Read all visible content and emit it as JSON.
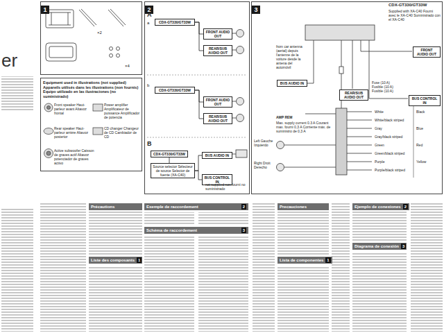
{
  "diagram": {
    "nodes": [
      {
        "text": [
          "1"
        ]
      },
      {
        "text": [
          "Equipment used in illustrations (not supplied) Appareils utilisés dans les illustrations (non fournis) Equipo utilizado en las ilustraciones (no suministrado)"
        ]
      },
      {
        "text": [
          "2"
        ]
      },
      {
        "text": [
          "CDX-GT330/GT33W"
        ],
        "in": 2
      },
      {
        "text": [
          "FRONT AUDIO OUT"
        ],
        "in": 2
      },
      {
        "text": [
          "REAR/SUB AUDIO OUT"
        ],
        "in": 2
      },
      {
        "text": [
          "CDX-GT330/GT33W"
        ],
        "in": 2
      },
      {
        "text": [
          "FRONT AUDIO OUT"
        ],
        "in": 2
      },
      {
        "text": [
          "REAR/SUB AUDIO OUT"
        ],
        "in": 2
      },
      {
        "text": [
          "CDX-GT330/GT33W"
        ],
        "in": 2
      },
      {
        "text": [
          "Source selector Sélecteur de source Selector de fuente (XA-C40)"
        ],
        "in": 2
      },
      {
        "text": [
          "BUS AUDIO IN"
        ],
        "in": 2
      },
      {
        "text": [
          "BUS CONTROL IN"
        ],
        "in": 2
      },
      {
        "text": [
          "3"
        ]
      },
      {
        "text": [
          "FRONT AUDIO OUT"
        ],
        "in": 13
      },
      {
        "text": [
          "REAR/SUB AUDIO OUT"
        ],
        "in": 13
      },
      {
        "text": [
          "BUS AUDIO IN"
        ],
        "in": 13
      },
      {
        "text": [
          "BUS CONTROL IN"
        ],
        "in": 13
      },
      {
        "text": [
          "Précautions"
        ]
      },
      {
        "text": [
          "Exemple de raccordement",
          "2"
        ]
      },
      {
        "text": [
          "Schéma de raccordement",
          "3"
        ]
      },
      {
        "text": [
          "Liste des composants",
          "1"
        ]
      },
      {
        "text": [
          "Precauciones"
        ]
      },
      {
        "text": [
          "Ejemplo de conexiones",
          "2"
        ]
      },
      {
        "text": [
          "Diagrama de conexión",
          "3"
        ]
      },
      {
        "text": [
          "Lista de componentes",
          "1"
        ]
      }
    ],
    "edges": [
      {
        "from": 3,
        "to": 4,
        "arrow": "none"
      },
      {
        "from": 3,
        "to": 5,
        "arrow": "none"
      },
      {
        "from": 6,
        "to": 7,
        "arrow": "none"
      },
      {
        "from": 6,
        "to": 8,
        "arrow": "none"
      },
      {
        "from": 9,
        "to": 10,
        "arrow": "none"
      },
      {
        "from": 10,
        "to": 11,
        "arrow": "none"
      },
      {
        "from": 10,
        "to": 12,
        "arrow": "none"
      }
    ],
    "labels": [
      "er",
      "×2",
      "×4",
      "A",
      "a",
      "b",
      "B",
      "not supplied non fourni no suministrado",
      "CDX-GT330/GT33W",
      "Supplied with XA-C40 Fourni avec le XA-C40 Suministrado con el XA-C40",
      "from car antenna (aerial) depuis l'antenne de la voiture desde la antena del automóvil",
      "Fuse (10 A) Fusible (10 A) Fusible (10 A)",
      "AMP REM",
      "Max. supply current 0.3 A Courant max. fourni 0,3 A Corriente máx. de suministro de 0,3 A",
      "Left Gauche Izquierdo",
      "Right Droit Derecho",
      "White",
      "White/black striped",
      "Gray",
      "Gray/black striped",
      "Green",
      "Green/black striped",
      "Purple",
      "Purple/black striped",
      "Black",
      "Blue",
      "Red",
      "Yellow"
    ],
    "legend": [
      {
        "text": "Front speaker Haut-parleur avant Altavoz frontal"
      },
      {
        "text": "Power amplifier Amplificateur de puissance Amplificador de potencia"
      },
      {
        "text": "Rear speaker Haut-parleur arrière Altavoz posterior"
      },
      {
        "text": "CD changer Changeur de CD Cambiador de CD"
      },
      {
        "text": "Active subwoofer Caisson de graves actif Altavoz potenciador de graves activo"
      }
    ]
  }
}
